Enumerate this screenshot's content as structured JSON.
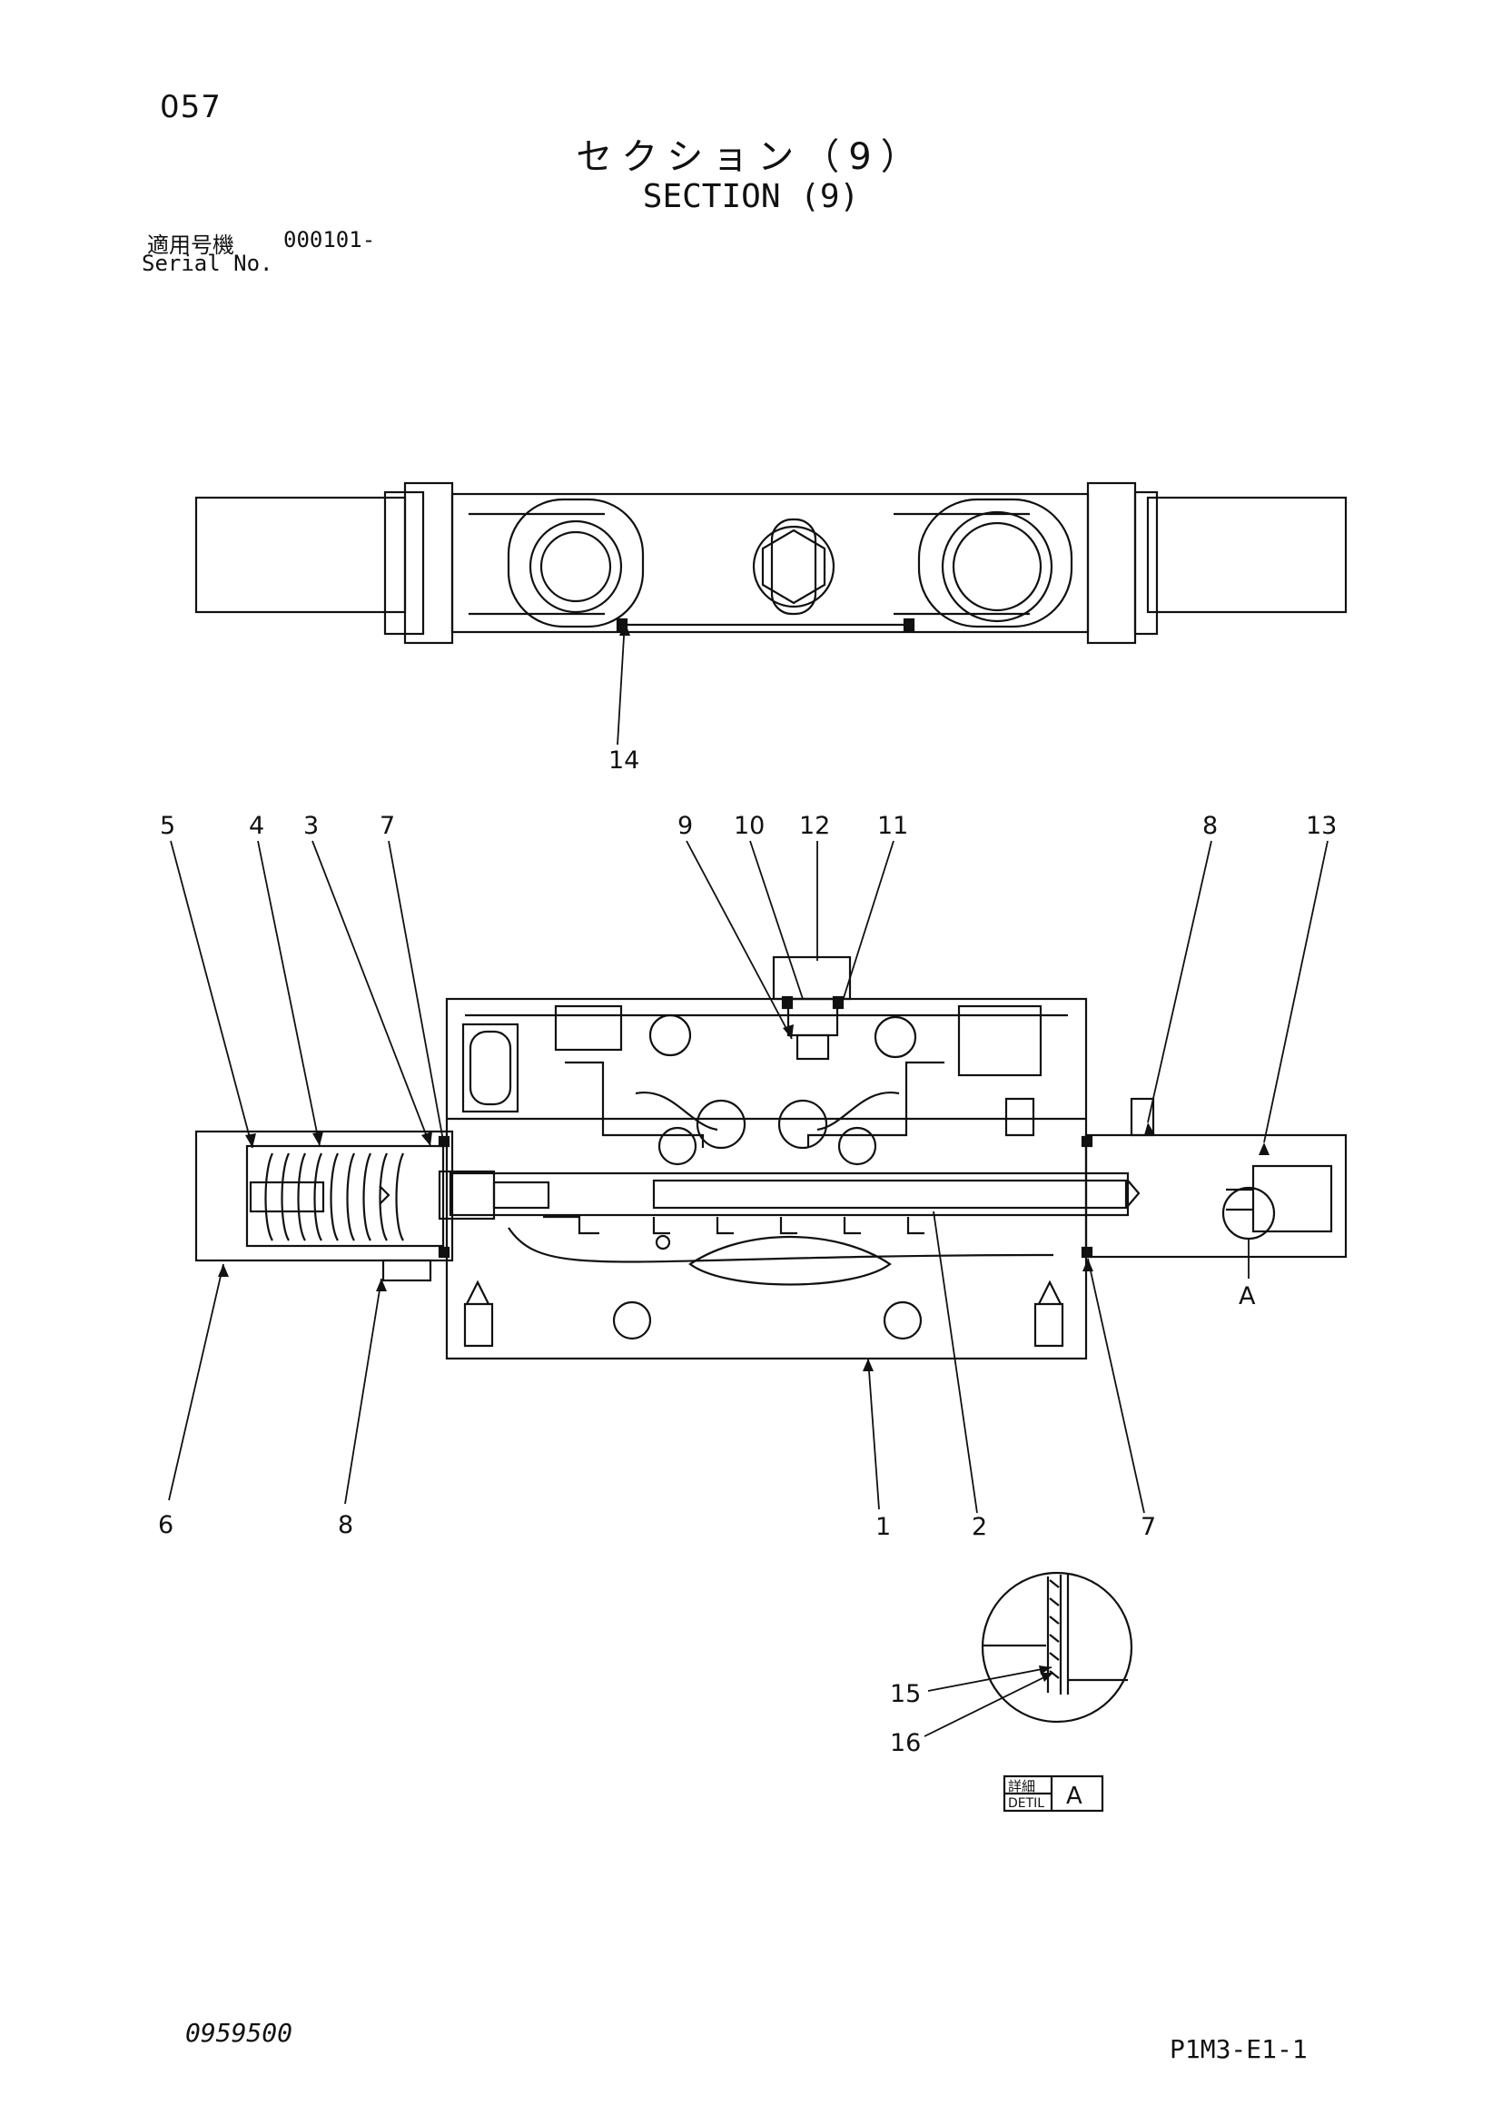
{
  "page_number": "057",
  "title_jp": "セクション（9）",
  "title_en": "SECTION (9)",
  "serial": {
    "label_jp": "適用号機",
    "value": "000101-",
    "label_en": "Serial No."
  },
  "callouts": {
    "c1": "1",
    "c2": "2",
    "c3": "3",
    "c4": "4",
    "c5": "5",
    "c6": "6",
    "c7a": "7",
    "c7b": "7",
    "c8a": "8",
    "c8b": "8",
    "c9": "9",
    "c10": "10",
    "c11": "11",
    "c12": "12",
    "c13": "13",
    "c14": "14",
    "c15": "15",
    "c16": "16",
    "detail_marker": "A"
  },
  "detail_box": {
    "label_jp": "詳細",
    "label_en": "DETIL",
    "letter": "A"
  },
  "footer": {
    "left_code": "0959500",
    "right_code": "P1M3-E1-1"
  }
}
